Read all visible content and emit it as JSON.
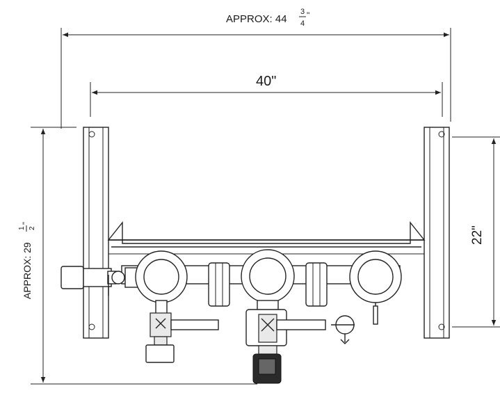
{
  "dimensions": {
    "overall_width": {
      "prefix": "APPROX: 44",
      "frac_num": "3",
      "frac_den": "4",
      "unit": "\""
    },
    "inner_width": {
      "text": "40\""
    },
    "overall_height": {
      "prefix": "APPROX: 29",
      "frac_num": "1",
      "frac_den": "2",
      "unit": "\""
    },
    "right_height": {
      "text": "22\""
    }
  },
  "colors": {
    "line": "#222222",
    "background": "#ffffff"
  }
}
